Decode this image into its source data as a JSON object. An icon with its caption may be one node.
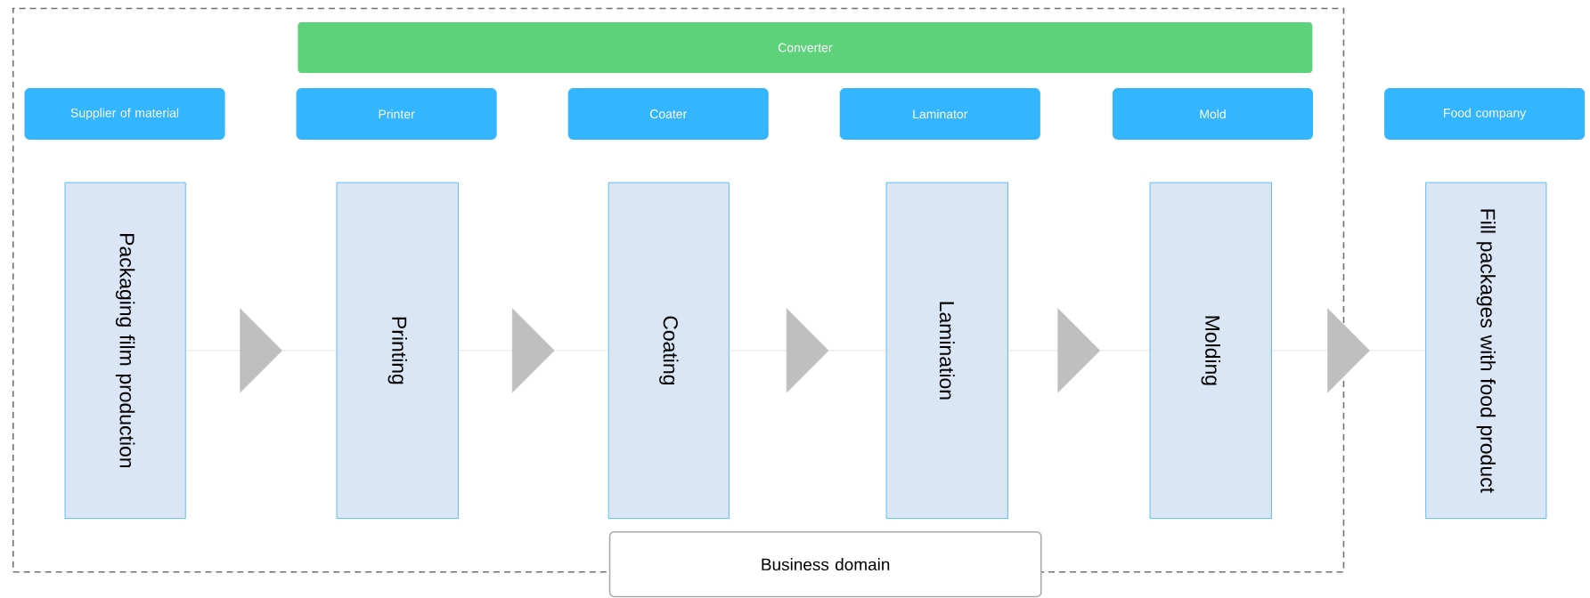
{
  "diagram": {
    "nodes": [
      {
        "text": [
          "Business domain"
        ]
      },
      {
        "text": [
          "Converter"
        ],
        "in": 0
      },
      {
        "text": [
          "Supplier of material"
        ],
        "in": 0
      },
      {
        "text": [
          "Printer"
        ],
        "in": 0
      },
      {
        "text": [
          "Coater"
        ],
        "in": 0
      },
      {
        "text": [
          "Laminator"
        ],
        "in": 0
      },
      {
        "text": [
          "Mold"
        ],
        "in": 0
      },
      {
        "text": [
          "Food company"
        ]
      },
      {
        "text": [
          "Packaging film production"
        ],
        "in": 0
      },
      {
        "text": [
          "Printing"
        ],
        "in": 0
      },
      {
        "text": [
          "Coating"
        ],
        "in": 0
      },
      {
        "text": [
          "Lamination"
        ],
        "in": 0
      },
      {
        "text": [
          "Molding"
        ],
        "in": 0
      },
      {
        "text": [
          "Fill packages with food product"
        ]
      }
    ],
    "edges": [
      {
        "from": 8,
        "to": 9,
        "arrow": "to"
      },
      {
        "from": 9,
        "to": 10,
        "arrow": "to"
      },
      {
        "from": 10,
        "to": 11,
        "arrow": "to"
      },
      {
        "from": 11,
        "to": 12,
        "arrow": "to"
      },
      {
        "from": 12,
        "to": 13,
        "arrow": "to"
      }
    ]
  }
}
